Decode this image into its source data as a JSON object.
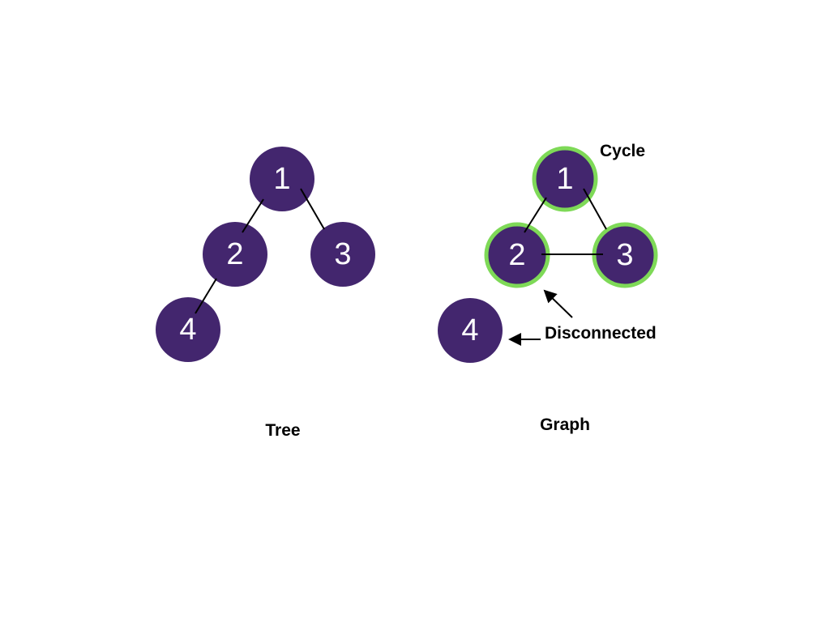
{
  "colors": {
    "node": "#43266e",
    "highlight": "#7ed957",
    "edge": "#000000"
  },
  "tree": {
    "caption": "Tree",
    "nodes": [
      {
        "id": "1",
        "label": "1"
      },
      {
        "id": "2",
        "label": "2"
      },
      {
        "id": "3",
        "label": "3"
      },
      {
        "id": "4",
        "label": "4"
      }
    ],
    "edges": [
      [
        "1",
        "2"
      ],
      [
        "1",
        "3"
      ],
      [
        "2",
        "4"
      ]
    ]
  },
  "graph": {
    "caption": "Graph",
    "nodes": [
      {
        "id": "1",
        "label": "1",
        "highlighted": true
      },
      {
        "id": "2",
        "label": "2",
        "highlighted": true
      },
      {
        "id": "3",
        "label": "3",
        "highlighted": true
      },
      {
        "id": "4",
        "label": "4",
        "highlighted": false
      }
    ],
    "edges": [
      [
        "1",
        "2"
      ],
      [
        "1",
        "3"
      ],
      [
        "2",
        "3"
      ]
    ],
    "annotations": {
      "cycle": "Cycle",
      "disconnected": "Disconnected"
    }
  }
}
